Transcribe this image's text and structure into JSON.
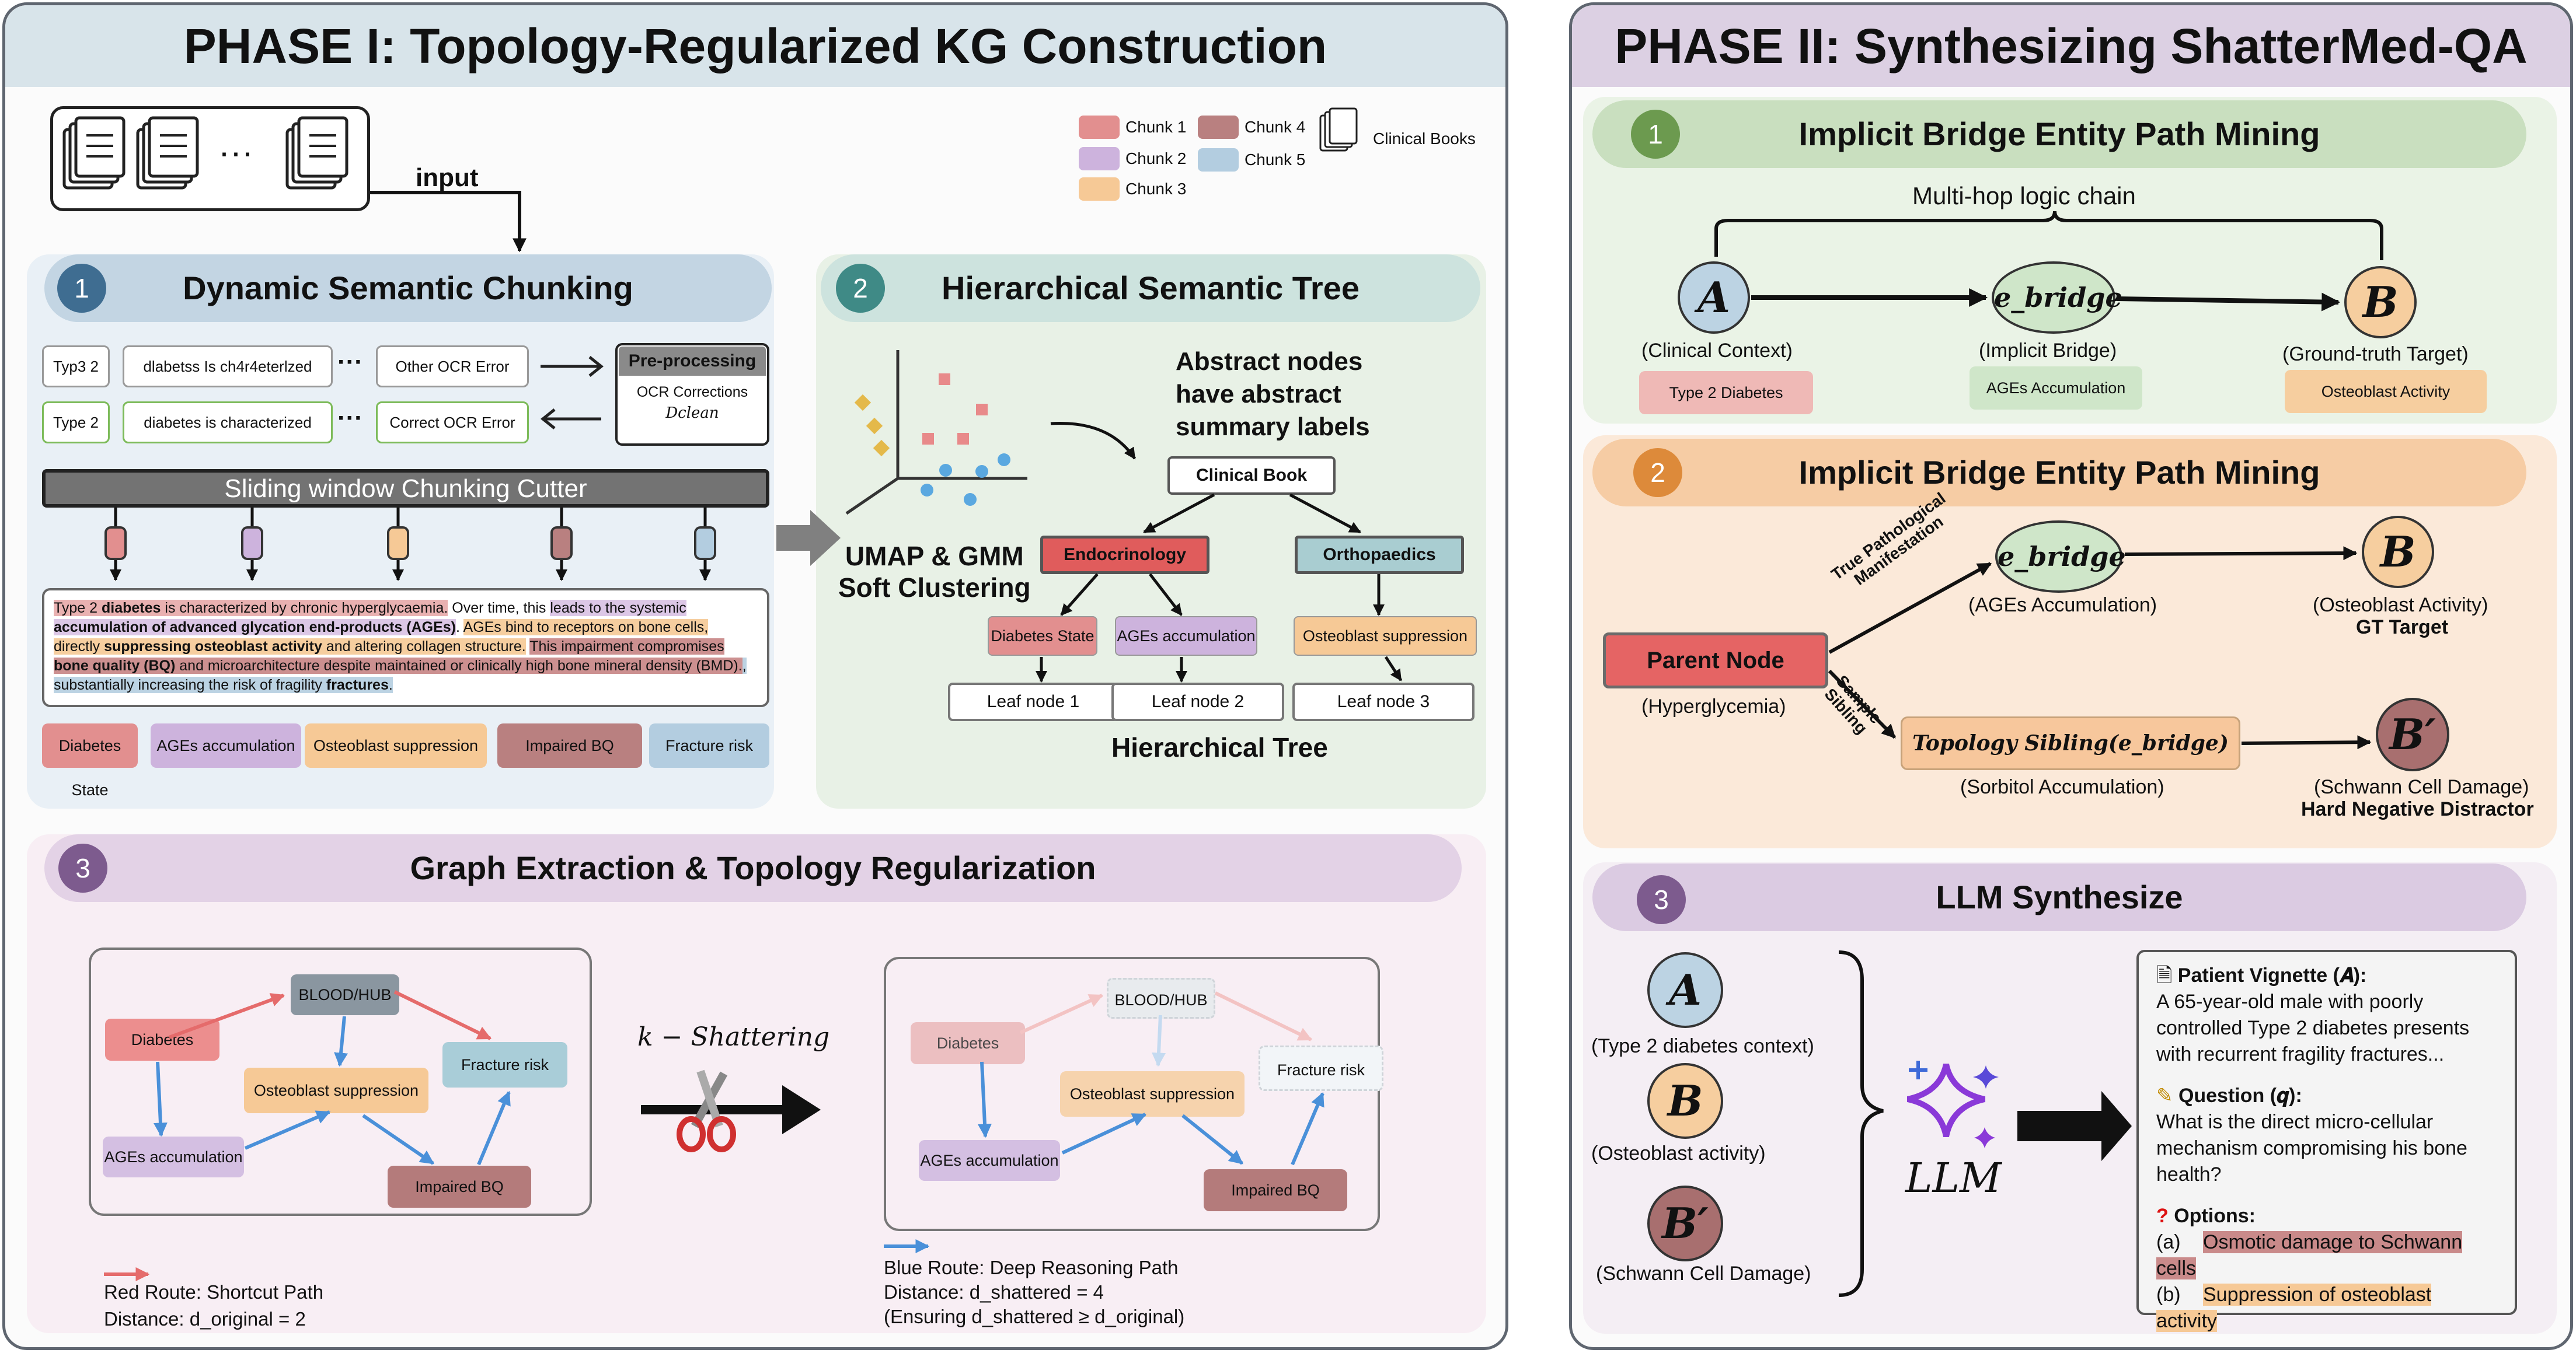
{
  "phase1": {
    "title": "PHASE I: Topology-Regularized KG Construction",
    "input_label": "input",
    "dots": "···",
    "legend": {
      "items": [
        {
          "label": "Chunk 1",
          "color": "#e28f8f"
        },
        {
          "label": "Chunk 2",
          "color": "#cdb3dd"
        },
        {
          "label": "Chunk 3",
          "color": "#f6c996"
        },
        {
          "label": "Chunk 4",
          "color": "#b98080"
        },
        {
          "label": "Chunk 5",
          "color": "#b3cde0"
        }
      ],
      "books_label": "Clinical Books"
    },
    "chunking": {
      "number": "1",
      "title": "Dynamic Semantic Chunking",
      "ocr_row1": [
        "Typ3 2",
        "dlabetss Is ch4r4eterlzed",
        "Other OCR Error"
      ],
      "ocr_row2": [
        "Type 2",
        "diabetes is characterized",
        "Correct OCR Error"
      ],
      "preprocessing_title": "Pre-processing",
      "preprocessing_body": "OCR Corrections",
      "preprocessing_math": "𝐷clean",
      "cutter_label": "Sliding window Chunking Cutter",
      "passage_segments": [
        {
          "text": "Type 2 ",
          "hl": "pink"
        },
        {
          "text": "diabetes",
          "hl": "pink",
          "bold": true
        },
        {
          "text": " is characterized by chronic hyperglycaemia.",
          "hl": "pink"
        },
        {
          "text": " Over time, this ",
          "hl": ""
        },
        {
          "text": "leads to the systemic ",
          "hl": "purple"
        },
        {
          "text": "accumulation of advanced glycation end-products (AGEs)",
          "hl": "purple",
          "bold": true
        },
        {
          "text": ". ",
          "hl": ""
        },
        {
          "text": "AGEs bind to receptors on bone cells, directly ",
          "hl": "orange"
        },
        {
          "text": "suppressing osteoblast activity",
          "hl": "orange",
          "bold": true
        },
        {
          "text": " and altering collagen structure.",
          "hl": "orange"
        },
        {
          "text": " ",
          "hl": ""
        },
        {
          "text": "This impairment compromises ",
          "hl": "brown"
        },
        {
          "text": "bone quality (BQ)",
          "hl": "brown",
          "bold": true
        },
        {
          "text": " and microarchitecture despite maintained or clinically high bone mineral density (BMD).",
          "hl": "brown"
        },
        {
          "text": ", substantially increasing the risk of fragility ",
          "hl": "blue"
        },
        {
          "text": "fractures",
          "hl": "blue",
          "bold": true
        },
        {
          "text": ".",
          "hl": "blue"
        }
      ],
      "chunk_labels": [
        {
          "label": "Diabetes State",
          "color": "#e28f8f"
        },
        {
          "label": "AGEs accumulation",
          "color": "#cdb3dd"
        },
        {
          "label": "Osteoblast suppression",
          "color": "#f6c996"
        },
        {
          "label": "Impaired BQ",
          "color": "#b98080"
        },
        {
          "label": "Fracture risk",
          "color": "#b3cde0"
        }
      ]
    },
    "tree": {
      "number": "2",
      "title": "Hierarchical Semantic Tree",
      "clustering_label": "UMAP & GMM\nSoft Clustering",
      "abstract_note": "Abstract nodes\nhave abstract\nsummary labels",
      "root": "Clinical Book",
      "mid_left": "Endocrinology",
      "mid_right": "Orthopaedics",
      "leaf_labels": [
        "Diabetes State",
        "AGEs accumulation",
        "Osteoblast suppression"
      ],
      "leaf_nodes": [
        "Leaf node 1",
        "Leaf node 2",
        "Leaf node 3"
      ],
      "caption": "Hierarchical Tree"
    },
    "graph": {
      "number": "3",
      "title": "Graph Extraction & Topology Regularization",
      "nodes": {
        "diabetes": "Diabetes",
        "hub": "BLOOD/HUB",
        "osteo": "Osteoblast suppression",
        "fracture": "Fracture risk",
        "ages": "AGEs accumulation",
        "bq": "Impaired BQ"
      },
      "operation": "k − Shattering",
      "red_route": "Red Route: Shortcut Path",
      "red_distance": "Distance: d_original = 2",
      "blue_route": "Blue Route: Deep Reasoning Path",
      "blue_distance": "Distance: d_shattered = 4",
      "blue_ensuring": "(Ensuring d_shattered ≥ d_original)"
    }
  },
  "phase2": {
    "title": "PHASE II: Synthesizing ShatterMed-QA",
    "mining1": {
      "number": "1",
      "title": "Implicit Bridge Entity Path Mining",
      "chain_label": "Multi-hop logic chain",
      "node_a": "A",
      "node_bridge": "e_bridge",
      "node_b": "B",
      "caption_a": "(Clinical Context)",
      "caption_bridge": "(Implicit Bridge)",
      "caption_b": "(Ground-truth Target)",
      "tag_a": "Type 2 Diabetes",
      "tag_bridge": "AGEs Accumulation",
      "tag_b": "Osteoblast Activity"
    },
    "mining2": {
      "number": "2",
      "title": "Implicit Bridge Entity Path Mining",
      "parent": "Parent Node",
      "parent_caption": "(Hyperglycemia)",
      "edge_true": "True Pathological\nManifestation",
      "edge_sample": "Sample\nSibling",
      "bridge": "e_bridge",
      "bridge_caption": "(AGEs Accumulation)",
      "b": "B",
      "b_caption": "(Osteoblast Activity)",
      "b_role": "GT Target",
      "sibling": "Topology Sibling(e_bridge)",
      "sibling_caption": "(Sorbitol Accumulation)",
      "bprime": "B′",
      "bprime_caption": "(Schwann Cell Damage)",
      "bprime_role": "Hard Negative Distractor"
    },
    "synth": {
      "number": "3",
      "title": "LLM Synthesize",
      "a": "A",
      "a_caption": "(Type 2 diabetes context)",
      "b": "B",
      "b_caption": "(Osteoblast activity)",
      "bprime": "B′",
      "bprime_caption": "(Schwann Cell Damage)",
      "llm": "LLM",
      "vignette_title": "Patient Vignette (𝑨):",
      "vignette_body": "A 65-year-old male with poorly controlled Type 2 diabetes presents with recurrent fragility fractures...",
      "question_title": "Question (𝒒):",
      "question_body": "What is the direct micro-cellular mechanism compromising his bone health?",
      "options_title": "Options:",
      "options": [
        {
          "key": "(a)",
          "text": "Osmotic damage to Schwann cells",
          "color": "#c98a8a"
        },
        {
          "key": "(b)",
          "text": "Suppression of osteoblast activity",
          "color": "#f6c996"
        }
      ]
    }
  }
}
